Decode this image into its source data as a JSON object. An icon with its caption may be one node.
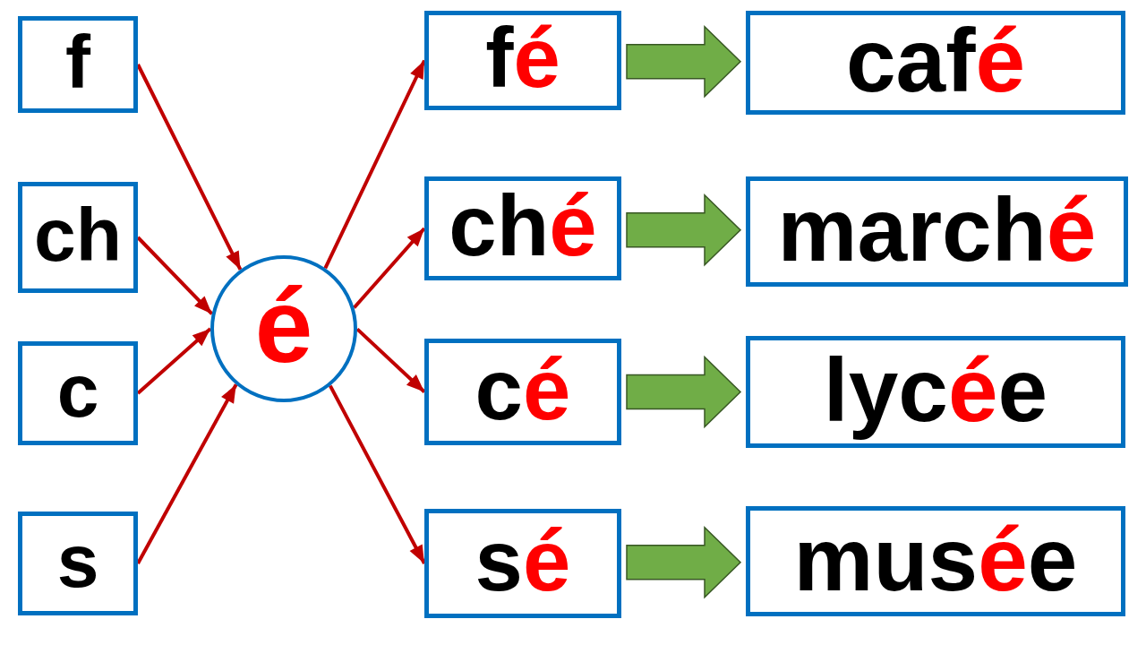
{
  "diagram": {
    "nodes": [
      {
        "text": [
          "f"
        ]
      },
      {
        "text": [
          "ch"
        ]
      },
      {
        "text": [
          "c"
        ]
      },
      {
        "text": [
          "s"
        ]
      },
      {
        "text": [
          "é"
        ]
      },
      {
        "text": [
          "f**é**"
        ]
      },
      {
        "text": [
          "ch**é**"
        ]
      },
      {
        "text": [
          "c**é**"
        ]
      },
      {
        "text": [
          "s**é**"
        ]
      },
      {
        "text": [
          "caf**é**"
        ]
      },
      {
        "text": [
          "march**é**"
        ]
      },
      {
        "text": [
          "lyc**é**e"
        ]
      },
      {
        "text": [
          "mus**é**e"
        ]
      }
    ],
    "edges": [
      {
        "from": 0,
        "to": 4,
        "arrow": "to"
      },
      {
        "from": 1,
        "to": 4,
        "arrow": "to"
      },
      {
        "from": 2,
        "to": 4,
        "arrow": "to"
      },
      {
        "from": 3,
        "to": 4,
        "arrow": "to"
      },
      {
        "from": 4,
        "to": 5,
        "arrow": "to"
      },
      {
        "from": 4,
        "to": 6,
        "arrow": "to"
      },
      {
        "from": 4,
        "to": 7,
        "arrow": "to"
      },
      {
        "from": 4,
        "to": 8,
        "arrow": "to"
      },
      {
        "from": 5,
        "to": 9,
        "arrow": "to",
        "style": "thick",
        "color": "#70ad47"
      },
      {
        "from": 6,
        "to": 10,
        "arrow": "to",
        "style": "thick",
        "color": "#70ad47"
      },
      {
        "from": 7,
        "to": 11,
        "arrow": "to",
        "style": "thick",
        "color": "#70ad47"
      },
      {
        "from": 8,
        "to": 12,
        "arrow": "to",
        "style": "thick",
        "color": "#70ad47"
      }
    ]
  }
}
